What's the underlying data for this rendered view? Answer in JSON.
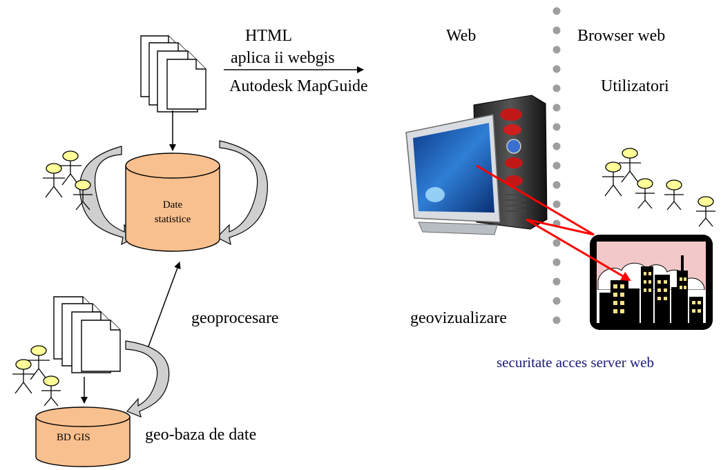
{
  "labels": {
    "html": "HTML",
    "aplicatii": "aplica ii webgis",
    "mapguide": "Autodesk MapGuide",
    "web": "Web",
    "browser": "Browser web",
    "utilizatori": "Utilizatori",
    "date_statistice_1": "Date",
    "date_statistice_2": "statistice",
    "geoprocesare": "geoprocesare",
    "geovizualizare": "geovizualizare",
    "securitate": "securitate acces server web",
    "bd_gis": "BD GIS",
    "geo_baza": "geo-baza de date"
  },
  "colors": {
    "database_fill": "#f9c08f",
    "person_head": "#ffff99",
    "red_line": "#ff0000",
    "separator_dots": "#9e9e9e",
    "securitate_text": "#1a1a7a",
    "city_sky": "#f2c8c8"
  },
  "icons": {
    "documents": "document-stack-icon",
    "people": "stick-figure-users-icon",
    "database": "cylinder-database-icon",
    "server": "computer-server-icon",
    "city": "city-skyline-icon",
    "refresh": "curved-arrow-icon"
  }
}
